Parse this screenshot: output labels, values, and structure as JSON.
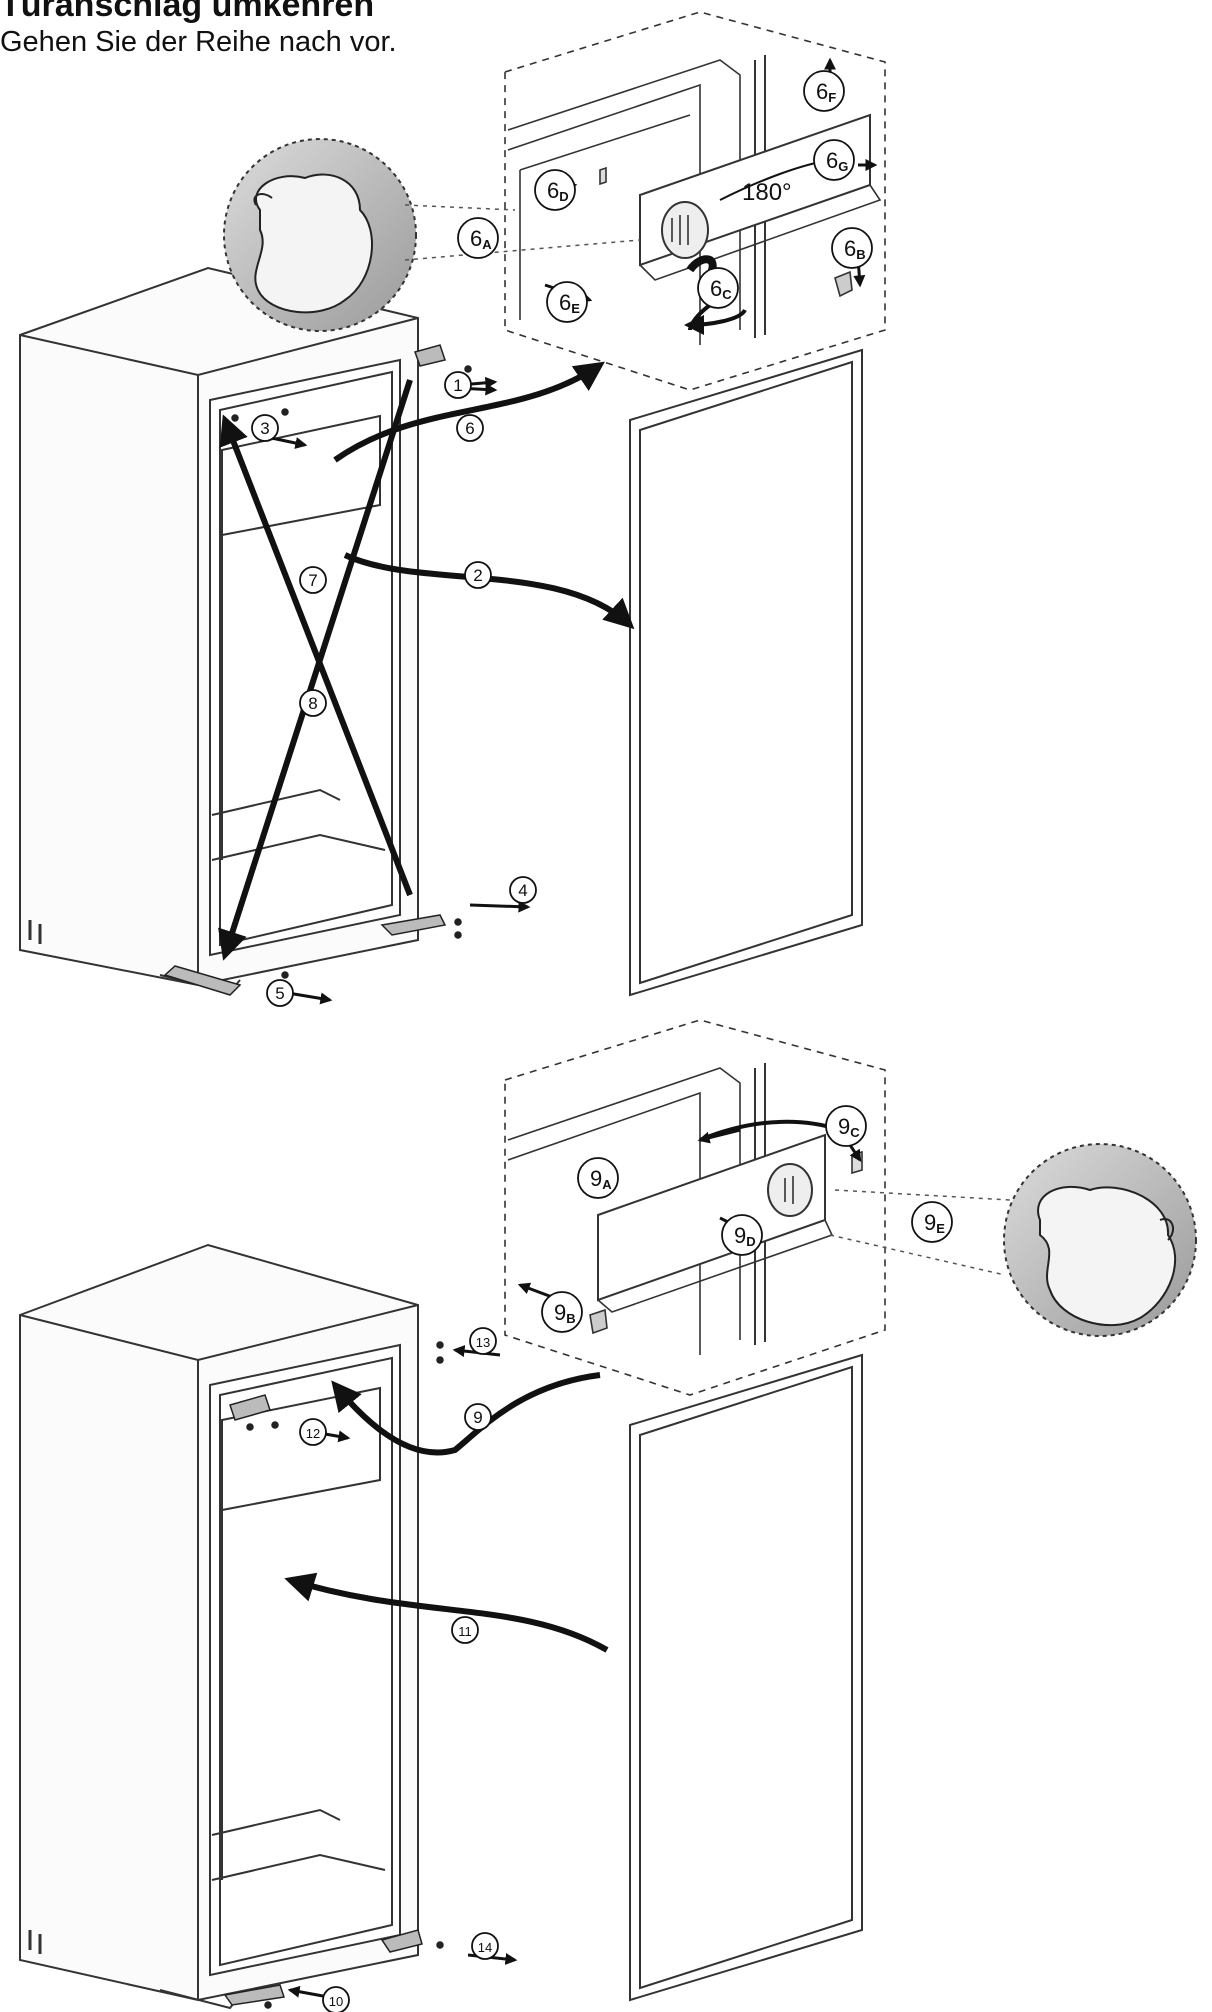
{
  "title": "Türanschlag umkehren",
  "subtitle": "Gehen Sie der Reihe nach vor.",
  "rotation_label": "180°",
  "callouts": {
    "s1": "1",
    "s2": "2",
    "s3": "3",
    "s4": "4",
    "s5": "5",
    "s6": "6",
    "s6a": {
      "n": "6",
      "sub": "A"
    },
    "s6b": {
      "n": "6",
      "sub": "B"
    },
    "s6c": {
      "n": "6",
      "sub": "C"
    },
    "s6d": {
      "n": "6",
      "sub": "D"
    },
    "s6e": {
      "n": "6",
      "sub": "E"
    },
    "s6f": {
      "n": "6",
      "sub": "F"
    },
    "s6g": {
      "n": "6",
      "sub": "G"
    },
    "s7": "7",
    "s8": "8",
    "s9": "9",
    "s9a": {
      "n": "9",
      "sub": "A"
    },
    "s9b": {
      "n": "9",
      "sub": "B"
    },
    "s9c": {
      "n": "9",
      "sub": "C"
    },
    "s9d": {
      "n": "9",
      "sub": "D"
    },
    "s9e": {
      "n": "9",
      "sub": "E"
    },
    "s10": "10",
    "s11": "11",
    "s12": "12",
    "s13": "13",
    "s14": "14"
  }
}
